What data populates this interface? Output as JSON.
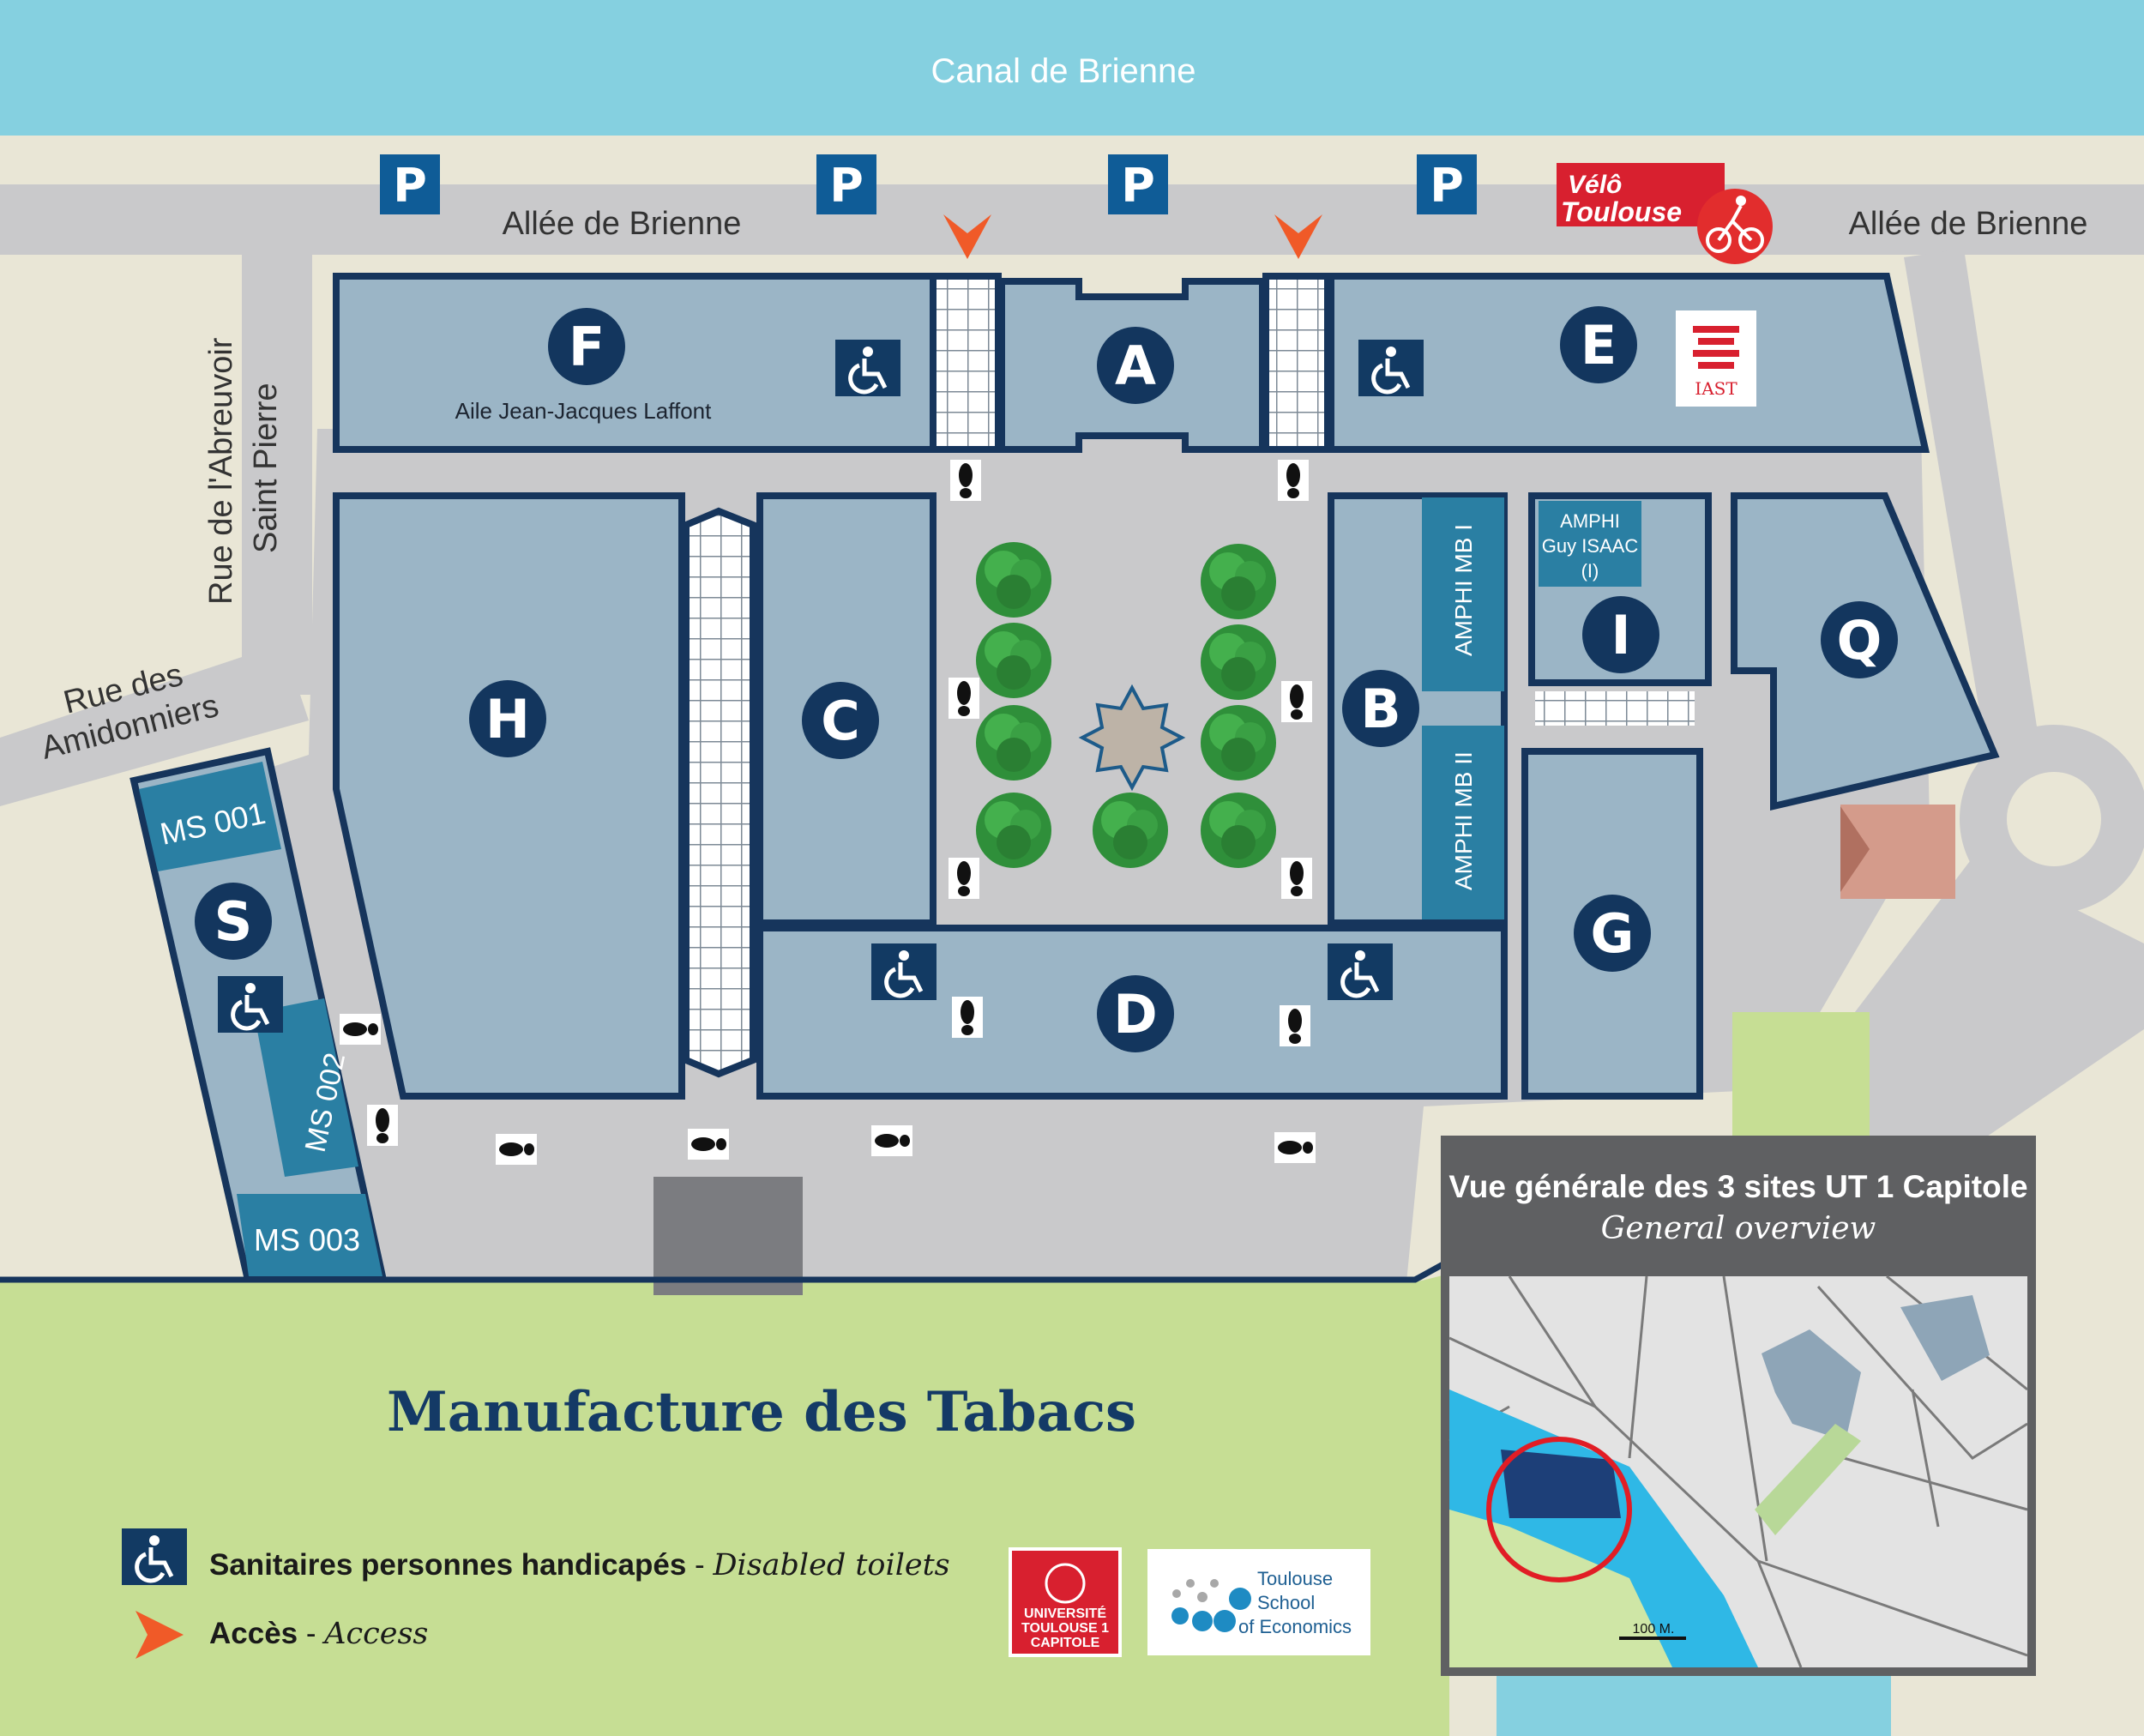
{
  "canal": {
    "label": "Canal de Brienne"
  },
  "streets": {
    "allee_left": "Allée de Brienne",
    "allee_right": "Allée de Brienne",
    "abreuvoir_line1": "Rue de l'Abreuvoir",
    "abreuvoir_line2": "Saint Pierre",
    "amidonniers_line1": "Rue des",
    "amidonniers_line2": "Amidonniers"
  },
  "parking": {
    "label": "P",
    "count": 4
  },
  "buildings": {
    "A": "A",
    "B": "B",
    "C": "C",
    "D": "D",
    "E": "E",
    "F": "F",
    "G": "G",
    "H": "H",
    "I": "I",
    "Q": "Q",
    "S": "S"
  },
  "building_labels": {
    "aile": "Aile Jean-Jacques Laffont",
    "amphi_mb1": "AMPHI MB I",
    "amphi_mb2": "AMPHI MB II",
    "amphi_isaac_1": "AMPHI",
    "amphi_isaac_2": "Guy ISAAC",
    "amphi_isaac_3": "(I)",
    "ms001": "MS 001",
    "ms002": "MS 002",
    "ms003": "MS 003"
  },
  "velo": {
    "line1": "Vélô",
    "line2": "Toulouse",
    "color": "#d8202f"
  },
  "iast": {
    "label": "IAST"
  },
  "title": "Manufacture des Tabacs",
  "legend": {
    "toilets_fr": "Sanitaires personnes handicapés",
    "toilets_sep": " - ",
    "toilets_en": "Disabled toilets",
    "access_fr": "Accès",
    "access_sep": " - ",
    "access_en": "Access"
  },
  "logos": {
    "ut1_line1": "UNIVERSITÉ",
    "ut1_line2": "TOULOUSE 1",
    "ut1_line3": "CAPITOLE",
    "tse_line1": "Toulouse",
    "tse_line2": "School",
    "tse_line3": "of Economics"
  },
  "overview": {
    "title": "Vue générale des 3 sites UT 1 Capitole",
    "subtitle": "General overview",
    "scale": "100 M."
  },
  "colors": {
    "building": "#9bb5c6",
    "building_border": "#16355c",
    "road": "#c9c9cb",
    "canal": "#85d0e0",
    "grass": "#c6de94",
    "access": "#f05a28",
    "circle": "#13365e"
  }
}
